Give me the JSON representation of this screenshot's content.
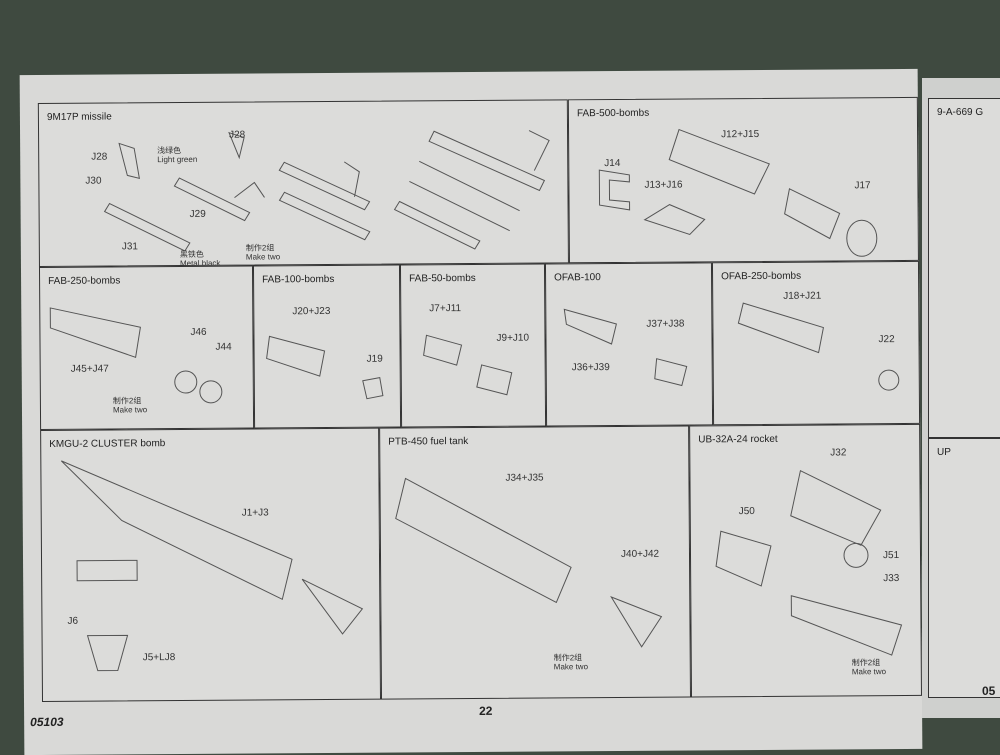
{
  "page_number": "22",
  "kit_code": "05103",
  "panels": {
    "m9m17p": {
      "title": "9M17P missile",
      "labels": [
        "J28",
        "J28",
        "J30",
        "J29",
        "J31"
      ],
      "color1_cn": "浅绿色",
      "color1": "Light green",
      "color2_cn": "黑铁色",
      "color2": "Metal black",
      "make_cn": "制作2组",
      "make": "Make two"
    },
    "fab500": {
      "title": "FAB-500-bombs",
      "labels": [
        "J12+J15",
        "J14",
        "J13+J16",
        "J17"
      ]
    },
    "fab250": {
      "title": "FAB-250-bombs",
      "labels": [
        "J46",
        "J44",
        "J45+J47"
      ],
      "make_cn": "制作2组",
      "make": "Make two"
    },
    "fab100": {
      "title": "FAB-100-bombs",
      "labels": [
        "J20+J23",
        "J19"
      ]
    },
    "fab50": {
      "title": "FAB-50-bombs",
      "labels": [
        "J7+J11",
        "J9+J10"
      ]
    },
    "ofab100": {
      "title": "OFAB-100",
      "labels": [
        "J37+J38",
        "J36+J39"
      ]
    },
    "ofab250": {
      "title": "OFAB-250-bombs",
      "labels": [
        "J18+J21",
        "J22"
      ]
    },
    "kmgu": {
      "title": "KMGU-2 CLUSTER bomb",
      "labels": [
        "J1+J3",
        "J6",
        "J5+LJ8"
      ]
    },
    "ptb": {
      "title": "PTB-450 fuel tank",
      "labels": [
        "J34+J35",
        "J40+J42"
      ],
      "make_cn": "制作2组",
      "make": "Make two"
    },
    "ub32": {
      "title": "UB-32A-24 rocket",
      "labels": [
        "J32",
        "J50",
        "J51",
        "J33"
      ],
      "make_cn": "制作2组",
      "make": "Make two"
    }
  },
  "right_page": {
    "title1": "9-A-669 G",
    "title2": "UP",
    "code": "05"
  }
}
